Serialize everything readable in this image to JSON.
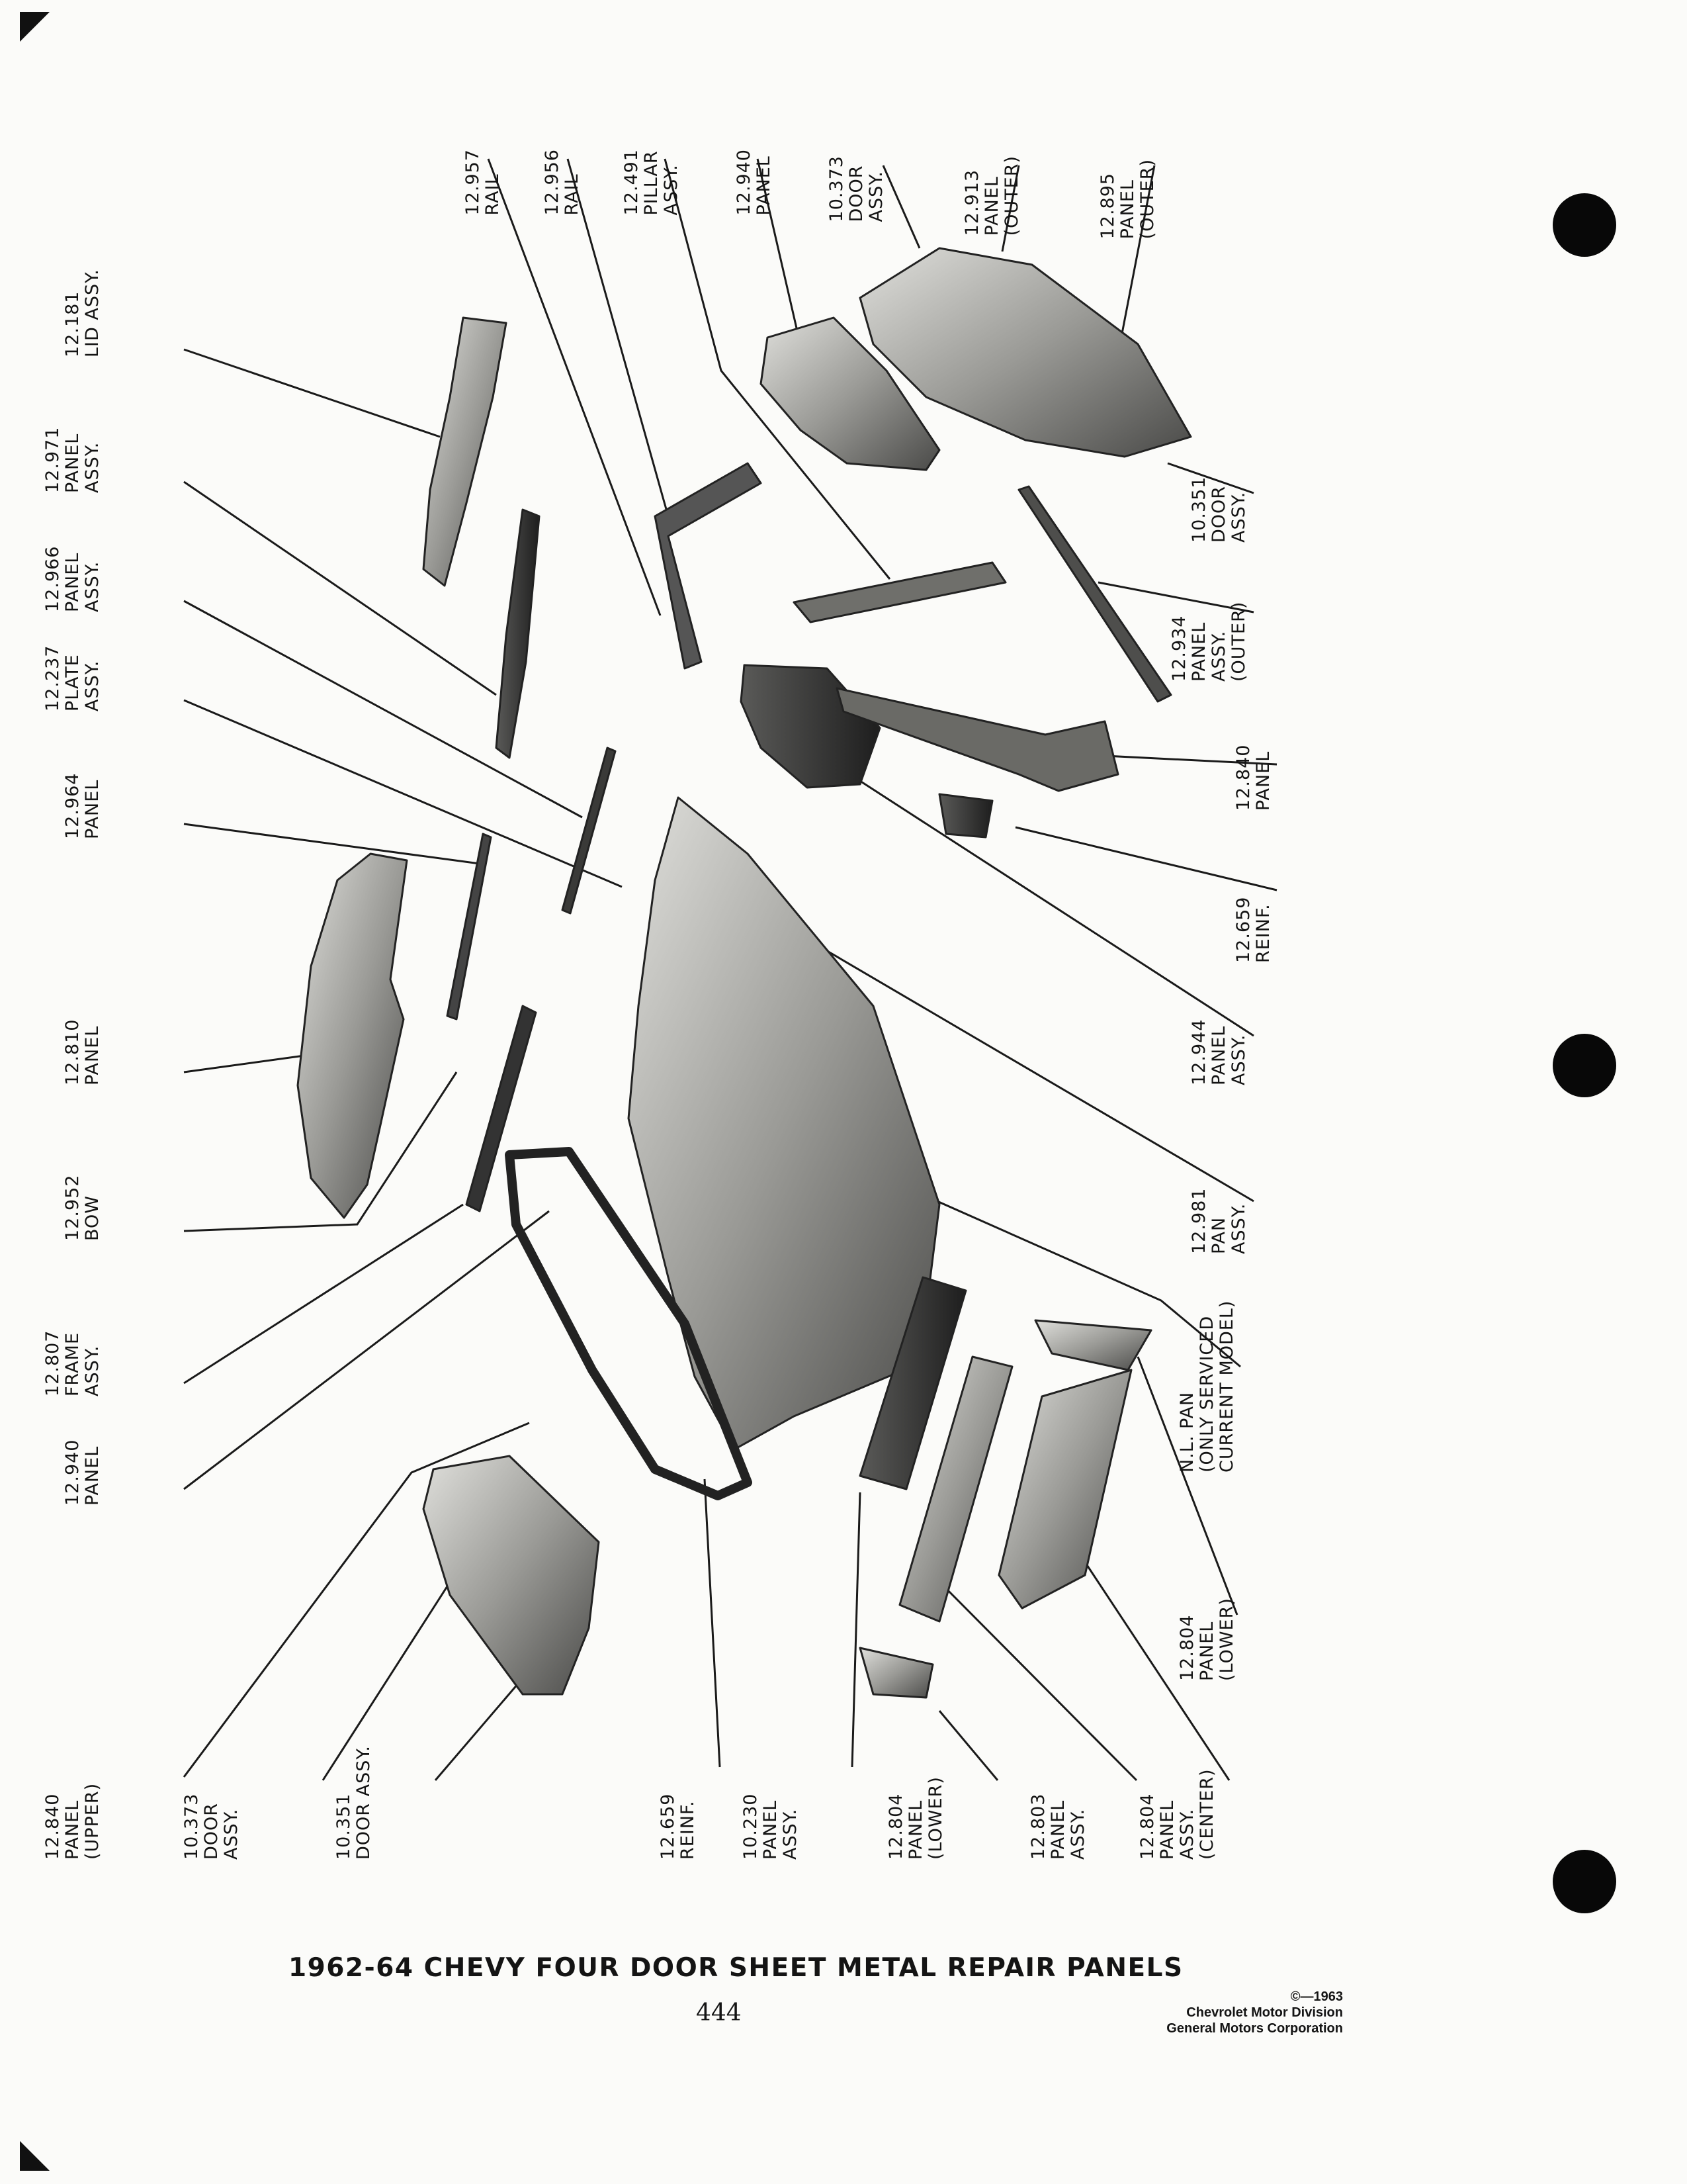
{
  "page": {
    "title": "1962-64 CHEVY FOUR DOOR SHEET METAL REPAIR PANELS",
    "page_number": "444",
    "copyright": [
      "©—1963",
      "Chevrolet Motor Division",
      "General Motors Corporation"
    ]
  },
  "callouts": [
    {
      "id": "rail-12957",
      "text": "12.957\nRAIL"
    },
    {
      "id": "rail-12956",
      "text": "12.956\nRAIL"
    },
    {
      "id": "pillar-12491",
      "text": "12.491\nPILLAR\nASSY."
    },
    {
      "id": "panel-12940-top",
      "text": "12.940\nPANEL"
    },
    {
      "id": "door-10373-top",
      "text": "10.373\nDOOR\nASSY."
    },
    {
      "id": "panel-12913",
      "text": "12.913\nPANEL\n(OUTER)"
    },
    {
      "id": "panel-12895",
      "text": "12.895\nPANEL\n(OUTER)"
    },
    {
      "id": "lid-12181",
      "text": "12.181\nLID ASSY."
    },
    {
      "id": "panel-12971",
      "text": "12.971\nPANEL\nASSY."
    },
    {
      "id": "panel-12966",
      "text": "12.966\nPANEL\nASSY."
    },
    {
      "id": "plate-12237",
      "text": "12.237\nPLATE\nASSY."
    },
    {
      "id": "panel-12964",
      "text": "12.964\nPANEL"
    },
    {
      "id": "panel-12810",
      "text": "12.810\nPANEL"
    },
    {
      "id": "bow-12952",
      "text": "12.952\nBOW"
    },
    {
      "id": "frame-12807",
      "text": "12.807\nFRAME\nASSY."
    },
    {
      "id": "panel-12940-left",
      "text": "12.940\nPANEL"
    },
    {
      "id": "door-10351-right",
      "text": "10.351\nDOOR\nASSY."
    },
    {
      "id": "panel-12934",
      "text": "12.934\nPANEL\nASSY.\n(OUTER)"
    },
    {
      "id": "panel-12840-right",
      "text": "12.840\nPANEL"
    },
    {
      "id": "reinf-12659-right",
      "text": "12.659\nREINF."
    },
    {
      "id": "panel-12944",
      "text": "12.944\nPANEL\nASSY."
    },
    {
      "id": "pan-12981",
      "text": "12.981\nPAN\nASSY."
    },
    {
      "id": "nl-pan",
      "text": "N.L. PAN\n(ONLY SERVICED\nCURRENT MODEL)"
    },
    {
      "id": "panel-12804-right",
      "text": "12.804\nPANEL\n(LOWER)"
    },
    {
      "id": "panel-12840-upper",
      "text": "12.840\nPANEL\n(UPPER)"
    },
    {
      "id": "door-10373-bottom",
      "text": "10.373\nDOOR\nASSY."
    },
    {
      "id": "door-10351-bottom",
      "text": "10.351\nDOOR ASSY."
    },
    {
      "id": "reinf-12659-bottom",
      "text": "12.659\nREINF."
    },
    {
      "id": "panel-10230",
      "text": "10.230\nPANEL\nASSY."
    },
    {
      "id": "panel-12804-lower",
      "text": "12.804\nPANEL\n(LOWER)"
    },
    {
      "id": "panel-12803",
      "text": "12.803\nPANEL\nASSY."
    },
    {
      "id": "panel-12804-center",
      "text": "12.804\nPANEL\nASSY.\n(CENTER)"
    }
  ]
}
